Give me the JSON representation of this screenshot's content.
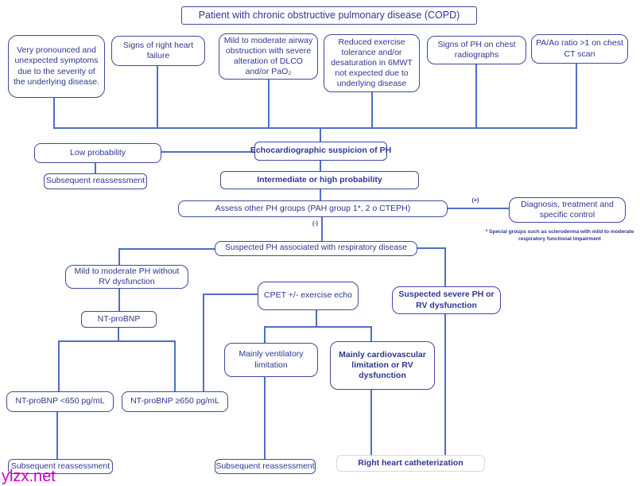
{
  "title": "Patient with chronic obstructive pulmonary disease (COPD)",
  "nodes": {
    "criteria1": "Very pronounced and unexpected symptoms due to the severity of the underlying disease.",
    "criteria2": "Signs of right heart failure",
    "criteria3": "Mild to moderate airway obstruction with severe alteration of DLCO and/or PaO₂",
    "criteria4": "Reduced exercise tolerance and/or desaturation in 6MWT not expected due to underlying disease",
    "criteria5": "Signs of PH on chest radiographs",
    "criteria6": "PA/Ao ratio >1 on chest CT scan",
    "low_probability": "Low probability",
    "echo_suspicion": "Echocardiographic suspicion of PH",
    "subsequent_reassessment_1": "Subsequent reassessment",
    "intermediate_high": "Intermediate or high probability",
    "assess_groups": "Assess other PH groups (PAH group 1*, 2 o CTEPH)",
    "diagnosis_control": "Diagnosis, treatment and specific control",
    "suspected_ph_respiratory": "Suspected PH associated with respiratory disease",
    "mild_moderate_ph": "Mild to moderate PH without RV dysfunction",
    "cpet": "CPET +/- exercise echo",
    "suspected_severe": "Suspected severe PH or RV dysfunction",
    "nt_probnp": "NT-proBNP",
    "nt_probnp_low": "NT-proBNP <650 pg/mL",
    "nt_probnp_high": "NT-proBNP ≥650 pg/mL",
    "mainly_ventilatory": "Mainly ventilatory limitation",
    "mainly_cardiovascular": "Mainly cardiovascular limitation or RV dysfunction",
    "subsequent_reassessment_2": "Subsequent reassessment",
    "subsequent_reassessment_3": "Subsequent reassessment",
    "right_heart_cath": "Right heart catheterization"
  },
  "edge_labels": {
    "positive": "(+)",
    "negative": "(-)"
  },
  "footnote": "* Special groups such as scleroderma with mild to moderate respiratory functional impairment",
  "watermark": "ylzx.net",
  "colors": {
    "connector_line": "#4f6fc5",
    "box_border": "#3c4b9e",
    "text": "#2d3791",
    "rhc_box_border": "#d8d8e0",
    "watermark": "#cc00cc",
    "background": "#ffffff"
  }
}
